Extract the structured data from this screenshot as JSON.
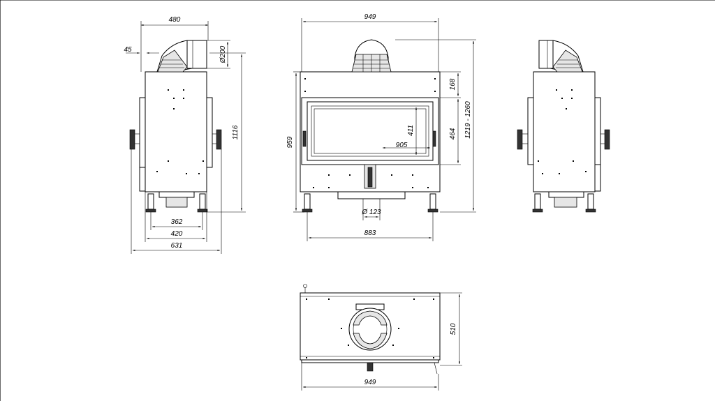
{
  "dimensions": {
    "side_top_depth": "480",
    "side_offset": "45",
    "flue_diameter": "Ø200",
    "side_height": "1116",
    "side_leg_spacing": "362",
    "side_base_depth": "420",
    "side_total_depth": "631",
    "front_width_top": "949",
    "front_top_band": "168",
    "front_glass_height": "411",
    "front_glass_width": "905",
    "front_opening_height": "464",
    "front_height": "959",
    "front_total_height": "1219 - 1260",
    "front_air_inlet": "Ø 123",
    "front_leg_spacing": "883",
    "top_depth": "510",
    "top_width": "949"
  }
}
